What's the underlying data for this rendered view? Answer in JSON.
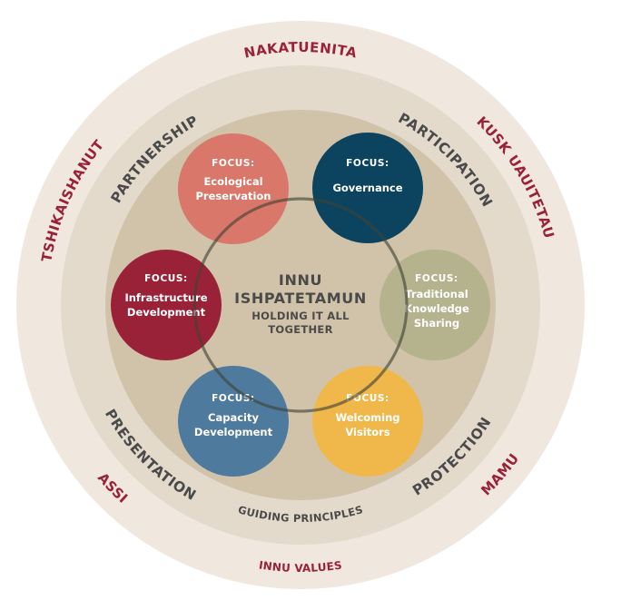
{
  "center": {
    "title_line1": "INNU",
    "title_line2": "ISHPATETAMUN",
    "subtitle_line1": "HOLDING IT ALL",
    "subtitle_line2": "TOGETHER"
  },
  "focus_areas": [
    {
      "label": "FOCUS:",
      "name_line1": "Ecological",
      "name_line2": "Preservation",
      "color": "#D9776A"
    },
    {
      "label": "FOCUS:",
      "name_line1": "Governance",
      "name_line2": "",
      "color": "#0C4460"
    },
    {
      "label": "FOCUS:",
      "name_line1": "Traditional",
      "name_line2": "Knowledge",
      "name_line3": "Sharing",
      "color": "#B4B38E"
    },
    {
      "label": "FOCUS:",
      "name_line1": "Welcoming",
      "name_line2": "Visitors",
      "color": "#F0B84A"
    },
    {
      "label": "FOCUS:",
      "name_line1": "Capacity",
      "name_line2": "Development",
      "color": "#4E7A9E"
    },
    {
      "label": "FOCUS:",
      "name_line1": "Infrastructure",
      "name_line2": "Development",
      "color": "#9A2238"
    }
  ],
  "guiding_principles": {
    "ring_label": "GUIDING PRINCIPLES",
    "items": [
      "PARTNERSHIP",
      "PARTICIPATION",
      "PROTECTION",
      "PRESENTATION"
    ]
  },
  "innu_values": {
    "ring_label": "INNU VALUES",
    "items": [
      "NAKATUENITA",
      "KUSK UAUITETAU",
      "MAMU",
      "ASSI",
      "TSHIKAISHANUT"
    ]
  },
  "colors": {
    "outer_ring": "#F0E8DE",
    "middle_ring": "#E3DACB",
    "inner_ring": "#D1C3A9",
    "values_text": "#9A2238",
    "principles_text": "#4A4A4A",
    "central_ring_stroke": "#4A4A3E"
  }
}
